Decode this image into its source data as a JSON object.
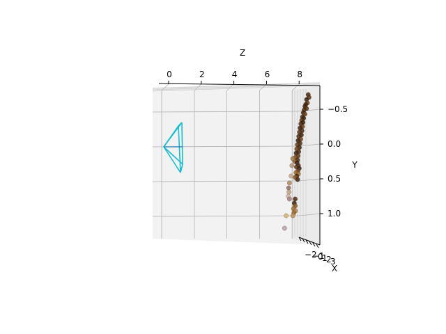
{
  "chart_data": {
    "type": "scatter",
    "projection": "3d",
    "axes": {
      "z": {
        "label": "Z",
        "ticks": [
          "0",
          "2",
          "4",
          "6",
          "8"
        ],
        "range": [
          -0.5,
          9.0
        ]
      },
      "y": {
        "label": "Y",
        "ticks": [
          "−0.5",
          "0.0",
          "0.5",
          "1.0"
        ],
        "range": [
          -0.8,
          1.4
        ],
        "inverted": true
      },
      "x": {
        "label": "X",
        "ticks": [
          "−2",
          "−1",
          "0",
          "1",
          "2",
          "3"
        ]
      }
    },
    "grid": true,
    "pane_color": "#f2f2f2",
    "camera_frustum": {
      "color": "#17becf",
      "apex": {
        "z": 0.0,
        "y": 0.0
      },
      "base_corners": [
        {
          "z": 0.6,
          "y": -0.35
        },
        {
          "z": 0.6,
          "y": 0.35
        },
        {
          "z": 0.4,
          "y": -0.3
        },
        {
          "z": 0.4,
          "y": 0.4
        }
      ]
    },
    "points": [
      {
        "z": 8.9,
        "y": -0.72,
        "c": "#4a2a12"
      },
      {
        "z": 8.95,
        "y": -0.68,
        "c": "#5c3614"
      },
      {
        "z": 8.8,
        "y": -0.65,
        "c": "#3b2210"
      },
      {
        "z": 8.85,
        "y": -0.6,
        "c": "#6b3e18"
      },
      {
        "z": 8.75,
        "y": -0.58,
        "c": "#4a2a12"
      },
      {
        "z": 8.7,
        "y": -0.55,
        "c": "#3b2210"
      },
      {
        "z": 8.8,
        "y": -0.52,
        "c": "#5c3614"
      },
      {
        "z": 8.65,
        "y": -0.5,
        "c": "#4a2a12"
      },
      {
        "z": 8.6,
        "y": -0.46,
        "c": "#3b2210"
      },
      {
        "z": 8.7,
        "y": -0.44,
        "c": "#6b3e18"
      },
      {
        "z": 8.55,
        "y": -0.4,
        "c": "#4a2a12"
      },
      {
        "z": 8.62,
        "y": -0.38,
        "c": "#3b2210"
      },
      {
        "z": 8.5,
        "y": -0.35,
        "c": "#5c3614"
      },
      {
        "z": 8.58,
        "y": -0.32,
        "c": "#3b2210"
      },
      {
        "z": 8.45,
        "y": -0.3,
        "c": "#4a2a12"
      },
      {
        "z": 8.55,
        "y": -0.26,
        "c": "#6b3e18"
      },
      {
        "z": 8.4,
        "y": -0.24,
        "c": "#3b2210"
      },
      {
        "z": 8.52,
        "y": -0.2,
        "c": "#4a2a12"
      },
      {
        "z": 8.36,
        "y": -0.18,
        "c": "#5c3614"
      },
      {
        "z": 8.48,
        "y": -0.14,
        "c": "#3b2210"
      },
      {
        "z": 8.32,
        "y": -0.12,
        "c": "#4a2a12"
      },
      {
        "z": 8.44,
        "y": -0.08,
        "c": "#6b3e18"
      },
      {
        "z": 8.28,
        "y": -0.06,
        "c": "#3b2210"
      },
      {
        "z": 8.4,
        "y": -0.02,
        "c": "#4a2a12"
      },
      {
        "z": 8.24,
        "y": 0.0,
        "c": "#5c3614"
      },
      {
        "z": 8.36,
        "y": 0.04,
        "c": "#3b2210"
      },
      {
        "z": 8.2,
        "y": 0.06,
        "c": "#6b3e18"
      },
      {
        "z": 8.32,
        "y": 0.1,
        "c": "#4a2a12"
      },
      {
        "z": 8.16,
        "y": 0.12,
        "c": "#3b2210"
      },
      {
        "z": 8.28,
        "y": 0.16,
        "c": "#5c3614"
      },
      {
        "z": 8.12,
        "y": 0.18,
        "c": "#7a4a1c"
      },
      {
        "z": 8.25,
        "y": 0.22,
        "c": "#4a2a12"
      },
      {
        "z": 8.08,
        "y": 0.24,
        "c": "#8b5a20"
      },
      {
        "z": 8.22,
        "y": 0.26,
        "c": "#3b2210"
      },
      {
        "z": 8.3,
        "y": 0.3,
        "c": "#4a2a12"
      },
      {
        "z": 8.18,
        "y": 0.32,
        "c": "#5c3614"
      },
      {
        "z": 8.35,
        "y": 0.34,
        "c": "#3b2210"
      },
      {
        "z": 8.26,
        "y": 0.38,
        "c": "#6b3e18"
      },
      {
        "z": 8.15,
        "y": 0.4,
        "c": "#9b6b28"
      },
      {
        "z": 8.3,
        "y": 0.42,
        "c": "#a07030"
      },
      {
        "z": 8.2,
        "y": 0.45,
        "c": "#4a2a12"
      },
      {
        "z": 8.1,
        "y": 0.47,
        "c": "#8b5a20"
      },
      {
        "z": 8.25,
        "y": 0.5,
        "c": "#3b2210"
      },
      {
        "z": 7.95,
        "y": 0.2,
        "c": "#a07a4a"
      },
      {
        "z": 7.9,
        "y": 0.3,
        "c": "#b59070"
      },
      {
        "z": 7.85,
        "y": 0.45,
        "c": "#c9a88a"
      },
      {
        "z": 7.75,
        "y": 0.55,
        "c": "#b08860"
      },
      {
        "z": 7.7,
        "y": 0.62,
        "c": "#8e7060"
      },
      {
        "z": 7.72,
        "y": 0.68,
        "c": "#c0a080"
      },
      {
        "z": 7.68,
        "y": 0.74,
        "c": "#d1b49a"
      },
      {
        "z": 7.75,
        "y": 0.78,
        "c": "#a48080"
      },
      {
        "z": 8.1,
        "y": 0.78,
        "c": "#4a2a12"
      },
      {
        "z": 8.05,
        "y": 0.84,
        "c": "#3b2210"
      },
      {
        "z": 8.1,
        "y": 0.88,
        "c": "#8b5a20"
      },
      {
        "z": 8.0,
        "y": 0.92,
        "c": "#a07030"
      },
      {
        "z": 8.12,
        "y": 0.95,
        "c": "#b08040"
      },
      {
        "z": 8.02,
        "y": 0.98,
        "c": "#9b6b28"
      },
      {
        "z": 7.96,
        "y": 1.02,
        "c": "#c09050"
      },
      {
        "z": 7.55,
        "y": 1.02,
        "c": "#d1b070"
      },
      {
        "z": 7.45,
        "y": 1.2,
        "c": "#b8a0a8"
      }
    ]
  }
}
